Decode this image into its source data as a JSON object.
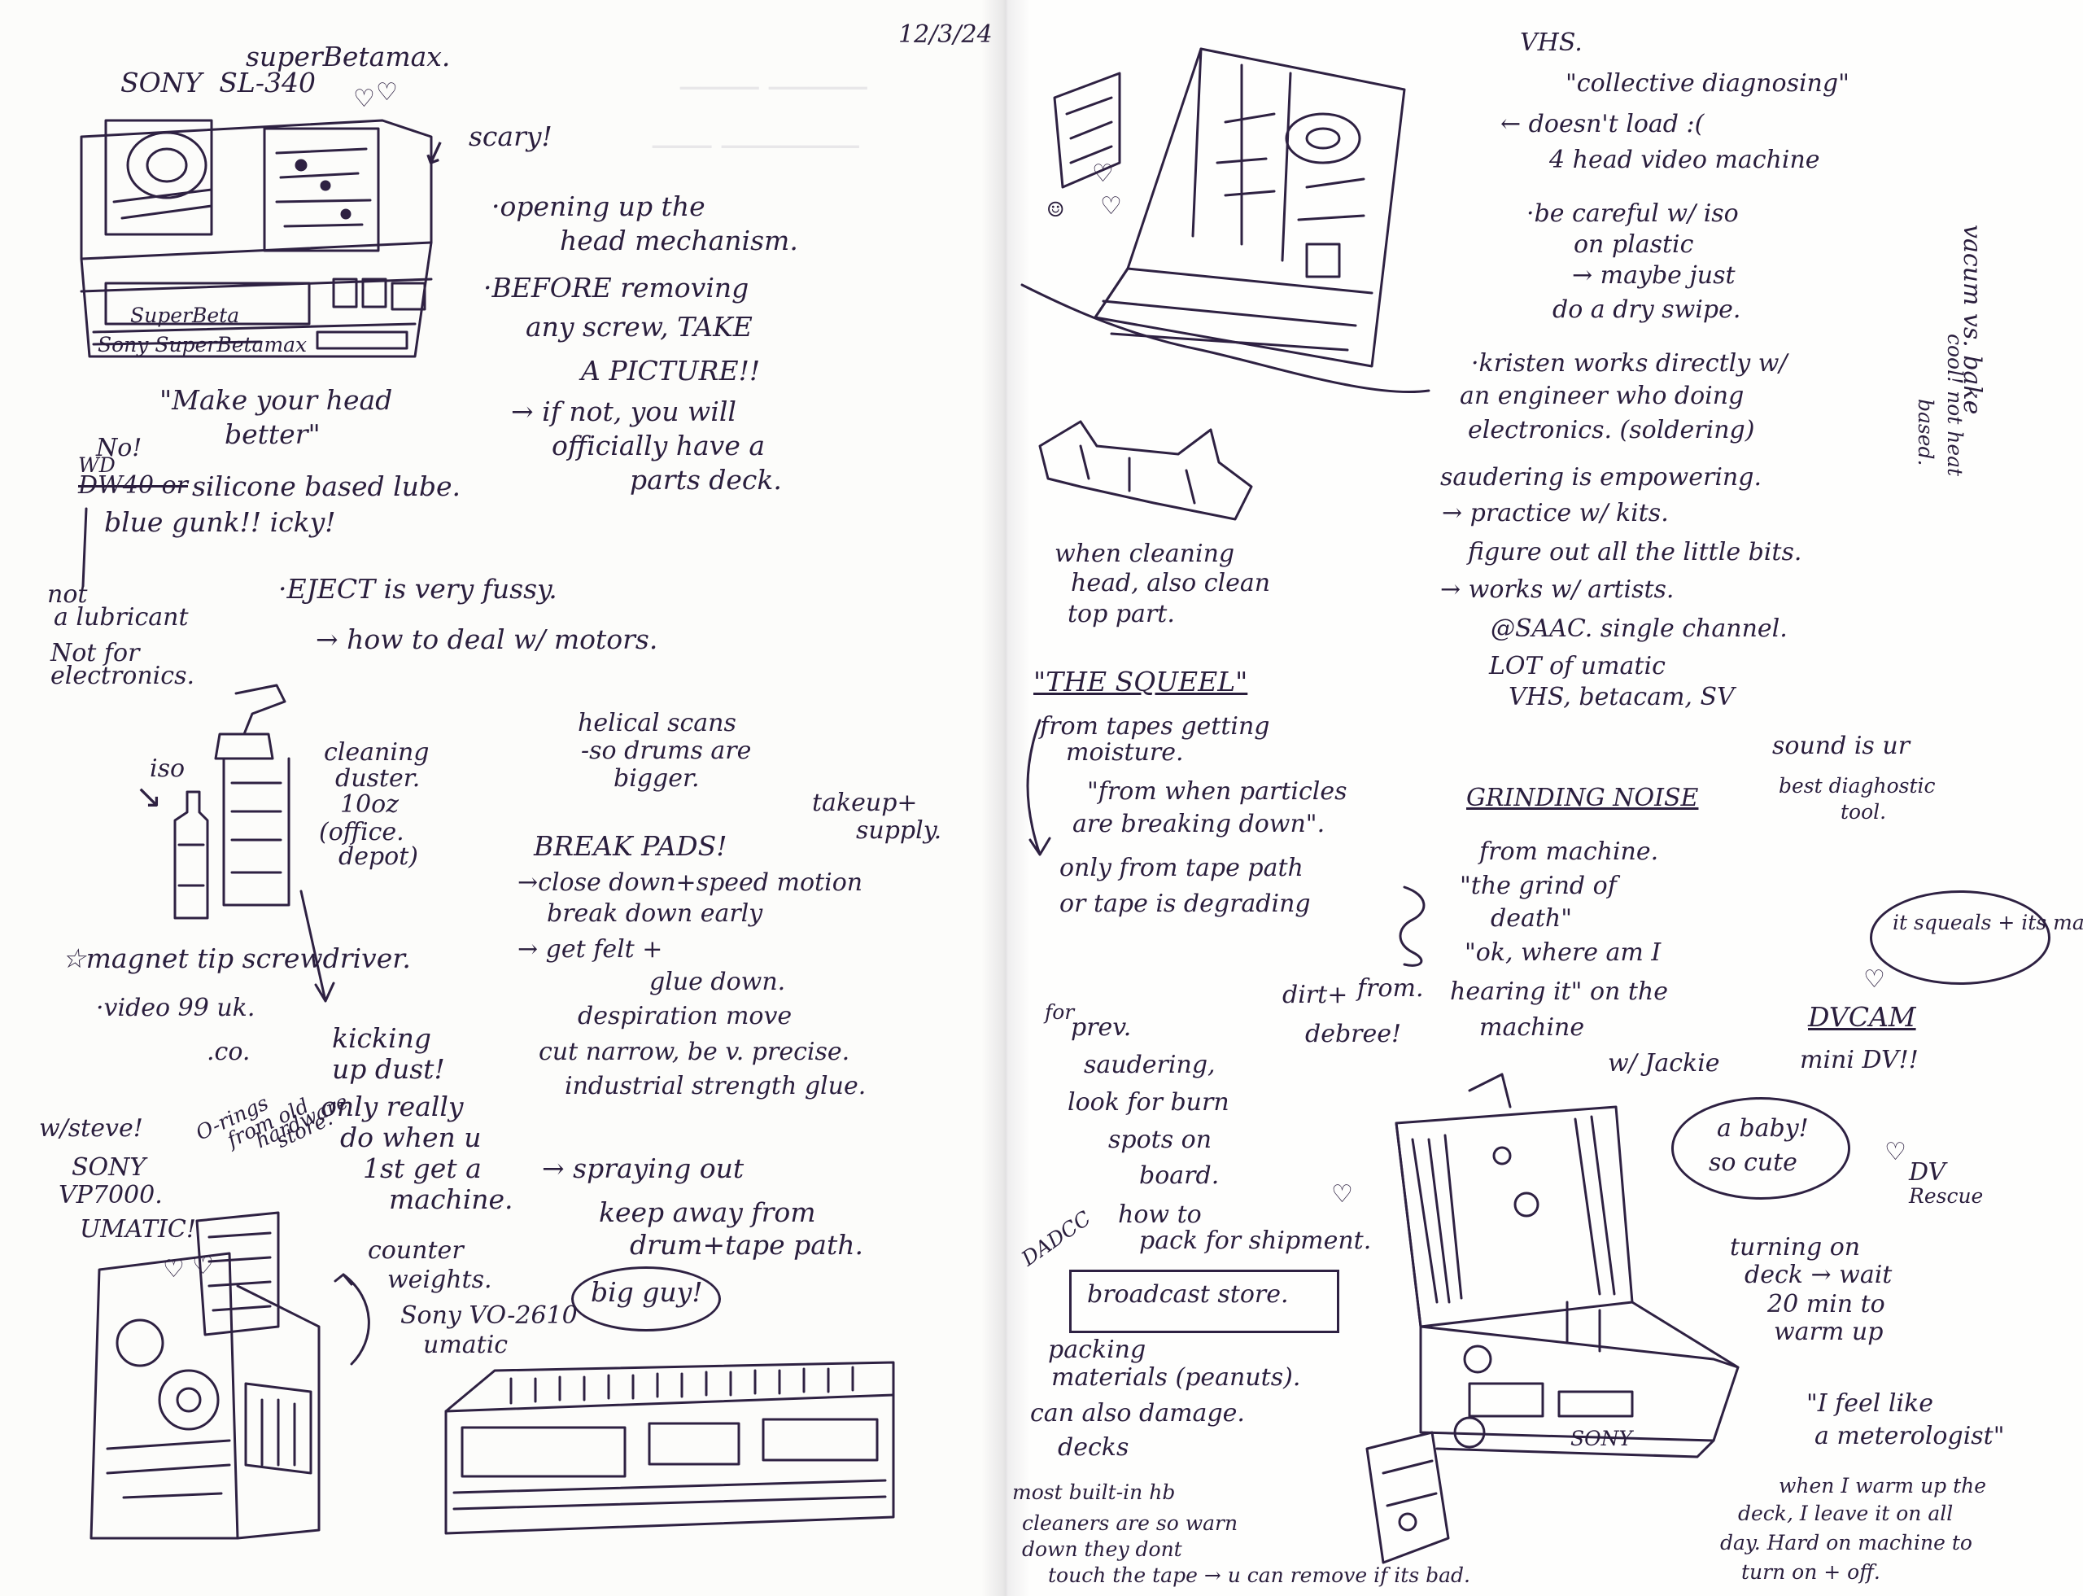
{
  "left": {
    "date": "12/3/24",
    "title_line1": "superBetamax.",
    "title_line2": "SONY  SL-340",
    "scary": "scary!",
    "opening_1": "·opening up the",
    "opening_2": "head mechanism.",
    "before_1": "·BEFORE removing",
    "before_2": "any screw, TAKE",
    "before_3": "A PICTURE!!",
    "ifnot_1": "→ if not, you will",
    "ifnot_2": "officially have a",
    "ifnot_3": "parts deck.",
    "quote_1": "\"Make your head",
    "quote_2": "better\"",
    "no": "No!",
    "wd_small": "WD",
    "wd40": "DW40 or",
    "silicone": "silicone based lube.",
    "blue_gunk": "blue gunk!! icky!",
    "not_lub_1": "not",
    "not_lub_2": "a lubricant",
    "not_for_1": "Not for",
    "not_for_2": "electronics.",
    "eject": "·EJECT is very fussy.",
    "motors": "→ how to deal w/ motors.",
    "iso": "iso",
    "cleaning_1": "cleaning",
    "cleaning_2": "duster.",
    "cleaning_3": "10oz",
    "cleaning_4": "(office.",
    "cleaning_5": "depot)",
    "helical_1": "helical scans",
    "helical_2": "-so drums are",
    "helical_3": "bigger.",
    "takeup_1": "takeup+",
    "takeup_2": "supply.",
    "break_pads": "BREAK PADS!",
    "close_down": "→close down+speed motion",
    "break_early": "break down early",
    "get_felt": "→ get felt + ",
    "glue_down": "glue down.",
    "desp": "despiration move",
    "cut": "cut narrow, be v. precise.",
    "industrial": "industrial strength glue.",
    "magnet": "☆magnet tip screwdriver.",
    "video99_1": "·video 99 uk.",
    "video99_2": ".co.",
    "kicking_1": "kicking",
    "kicking_2": "up dust!",
    "only_1": "only really",
    "only_2": "do when u",
    "only_3": "1st get a",
    "only_4": "machine.",
    "spraying": "→ spraying out",
    "keep_1": "keep away from",
    "keep_2": "drum+tape path.",
    "steve_1": "w/steve!",
    "steve_2": "SONY",
    "steve_3": "VP7000.",
    "steve_4": "UMATIC!",
    "orings_1": "O-rings",
    "orings_2": "from old",
    "orings_3": "hardware",
    "orings_4": "store.",
    "counter_1": "counter",
    "counter_2": "weights.",
    "vo2610_1": "Sony VO-2610",
    "vo2610_2": "umatic",
    "big_guy": "big guy!",
    "deck_label_1": "Sony SuperBetamax",
    "deck_label_2": "SuperBeta"
  },
  "right": {
    "vhs": "VHS.",
    "collective": "\"collective diagnosing\"",
    "doesnt_load": "← doesn't load :(",
    "four_head": "4 head video machine",
    "careful_1": "·be careful w/ iso",
    "careful_2": "on plastic",
    "careful_3": "→ maybe just",
    "careful_4": "do a dry swipe.",
    "vacuum_1": "vacum vs. bake",
    "vacuum_2": "cool! not heat",
    "vacuum_3": "based.",
    "kristen_1": "·kristen works directly w/",
    "kristen_2": "an engineer who doing",
    "kristen_3": "electronics. (soldering)",
    "saudering_1": "saudering is empowering.",
    "saudering_2": "→ practice w/ kits.",
    "saudering_3": "figure out all the little bits.",
    "saudering_4": "→ works w/ artists.",
    "saudering_5": "@SAAC. single channel.",
    "saudering_6": "LOT of umatic",
    "saudering_7": "VHS, betacam, SV",
    "when_clean_1": "when cleaning",
    "when_clean_2": "head, also clean",
    "when_clean_3": "top part.",
    "squeel": "\"THE SQUEEL\"",
    "from_tapes_1": "from tapes getting",
    "from_tapes_2": "moisture.",
    "from_tapes_3": "\"from when particles",
    "from_tapes_4": "are breaking down\".",
    "only_path_1": "only from tape path",
    "only_path_2": "or tape is degrading",
    "sound_1": "sound is ur",
    "sound_2": "best diaghostic",
    "sound_3": "tool.",
    "grinding": "GRINDING NOISE",
    "grind_1": "from machine.",
    "grind_2": "\"the grind of",
    "grind_3": "death\"",
    "grind_4": "\"ok, where am I",
    "grind_5": "hearing it\" on the",
    "grind_6": "machine",
    "from_word": "from.",
    "dirt_1": "dirt+",
    "dirt_2": "debree!",
    "squeals": "it squeals + its mad",
    "dvcam": "DVCAM",
    "minidv": "mini DV!!",
    "jackie": "w/ Jackie",
    "prev_1": "for",
    "prev_2": "prev.",
    "prev_3": "saudering,",
    "prev_4": "look for burn",
    "prev_5": "spots on",
    "prev_6": "board.",
    "baby_1": "a baby!",
    "baby_2": "so cute",
    "dv_rescue_1": "DV",
    "dv_rescue_2": "Rescue",
    "dadcc": "DADCC",
    "howto_1": "how to",
    "howto_2": "pack for shipment.",
    "broadcast": "broadcast store.",
    "packing_1": "packing",
    "packing_2": "materials (peanuts).",
    "packing_3": "can also damage.",
    "packing_4": "decks",
    "most_1": "most built-in hb",
    "most_2": "cleaners are so warn",
    "most_3": "down they dont",
    "most_4": "touch the tape → u can remove if its bad.",
    "turning_1": "turning on",
    "turning_2": "deck → wait",
    "turning_3": "20 min to",
    "turning_4": "warm up",
    "meteo_1": "\"I feel like",
    "meteo_2": "a meterologist\"",
    "warm_1": "when I warm up the",
    "warm_2": "deck, I leave it on all",
    "warm_3": "day. Hard on machine to",
    "warm_4": "turn on + off.",
    "sony_label": "SONY"
  },
  "icons": {
    "heart": "♡",
    "smiley": "☺",
    "star": "☆"
  },
  "colors": {
    "ink": "#2e2142",
    "paper": "#fdfdfb"
  }
}
